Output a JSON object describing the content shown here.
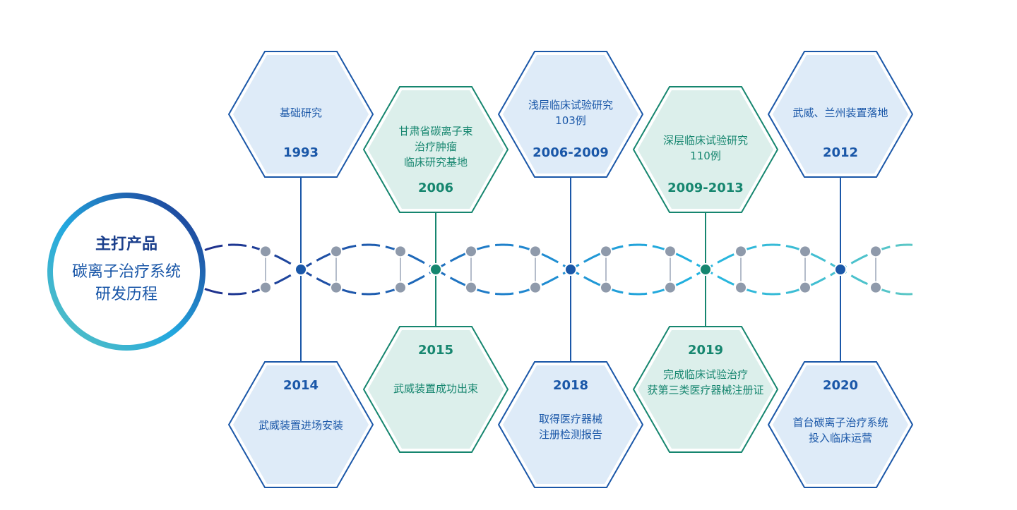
{
  "hub": {
    "title": "主打产品",
    "subtitle": "碳离子治疗系统\n研发历程"
  },
  "milestones": {
    "top": [
      {
        "desc": "基础研究",
        "year": "1993",
        "theme": "blue"
      },
      {
        "desc": "甘肃省碳离子束\n治疗肿瘤\n临床研究基地",
        "year": "2006",
        "theme": "green"
      },
      {
        "desc": "浅层临床试验研究\n103例",
        "year": "2006-2009",
        "theme": "blue"
      },
      {
        "desc": "深层临床试验研究\n110例",
        "year": "2009-2013",
        "theme": "green"
      },
      {
        "desc": "武威、兰州装置落地",
        "year": "2012",
        "theme": "blue"
      }
    ],
    "bottom": [
      {
        "desc": "武威装置进场安装",
        "year": "2014",
        "theme": "blue"
      },
      {
        "desc": "武威装置成功出束",
        "year": "2015",
        "theme": "green"
      },
      {
        "desc": "取得医疗器械\n注册检测报告",
        "year": "2018",
        "theme": "blue"
      },
      {
        "desc": "完成临床试验治疗\n获第三类医疗器械注册证",
        "year": "2019",
        "theme": "green"
      },
      {
        "desc": "首台碳离子治疗系统\n投入临床运营",
        "year": "2020",
        "theme": "blue"
      }
    ]
  },
  "colors": {
    "blue_border": "#1a57a8",
    "blue_fill": "#deebf8",
    "green_border": "#16866f",
    "green_fill": "#dcefeb",
    "node_gray": "#8f9aab",
    "node_blue": "#1a57a8",
    "node_green": "#16866f"
  }
}
